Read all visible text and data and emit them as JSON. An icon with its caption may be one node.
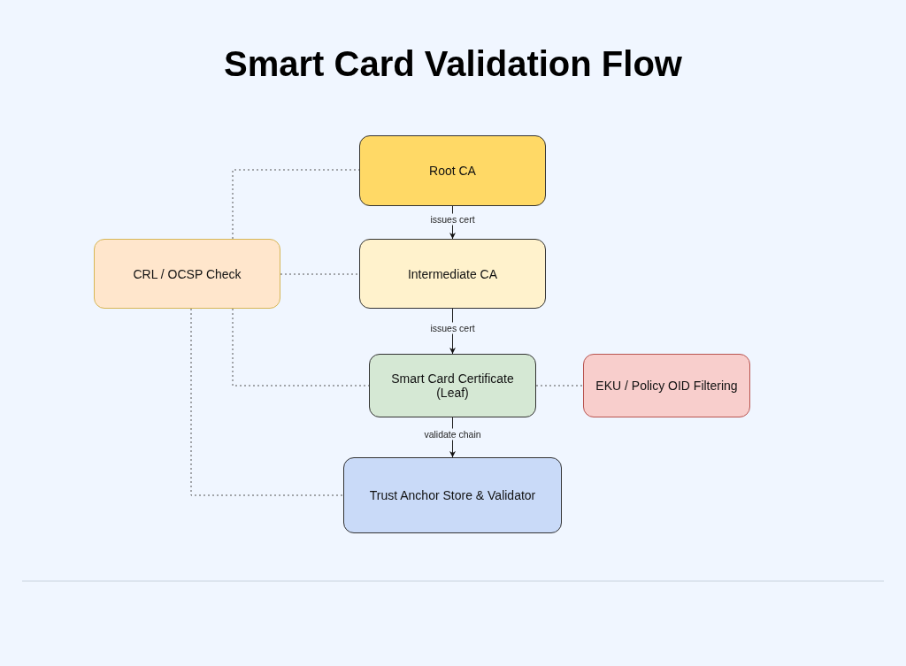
{
  "diagram": {
    "title": "Smart Card Validation Flow",
    "nodes": [
      {
        "text": [
          "Root CA"
        ]
      },
      {
        "text": [
          "CRL / OCSP Check"
        ]
      },
      {
        "text": [
          "Intermediate CA"
        ]
      },
      {
        "text": [
          "Smart Card Certificate (Leaf)"
        ]
      },
      {
        "text": [
          "EKU / Policy OID Filtering"
        ]
      },
      {
        "text": [
          "Trust Anchor Store & Validator"
        ]
      }
    ],
    "edges": [
      {
        "from": 0,
        "to": 2,
        "arrow": "to",
        "label": "issues cert"
      },
      {
        "from": 2,
        "to": 3,
        "arrow": "to",
        "label": "issues cert"
      },
      {
        "from": 3,
        "to": 5,
        "arrow": "to",
        "label": "validate chain"
      },
      {
        "from": 1,
        "to": 0,
        "arrow": "none",
        "style": "dashed"
      },
      {
        "from": 1,
        "to": 2,
        "arrow": "none",
        "style": "dashed"
      },
      {
        "from": 1,
        "to": 3,
        "arrow": "none",
        "style": "dashed"
      },
      {
        "from": 1,
        "to": 5,
        "arrow": "none",
        "style": "dashed"
      },
      {
        "from": 3,
        "to": 4,
        "arrow": "none",
        "style": "dashed"
      }
    ]
  }
}
